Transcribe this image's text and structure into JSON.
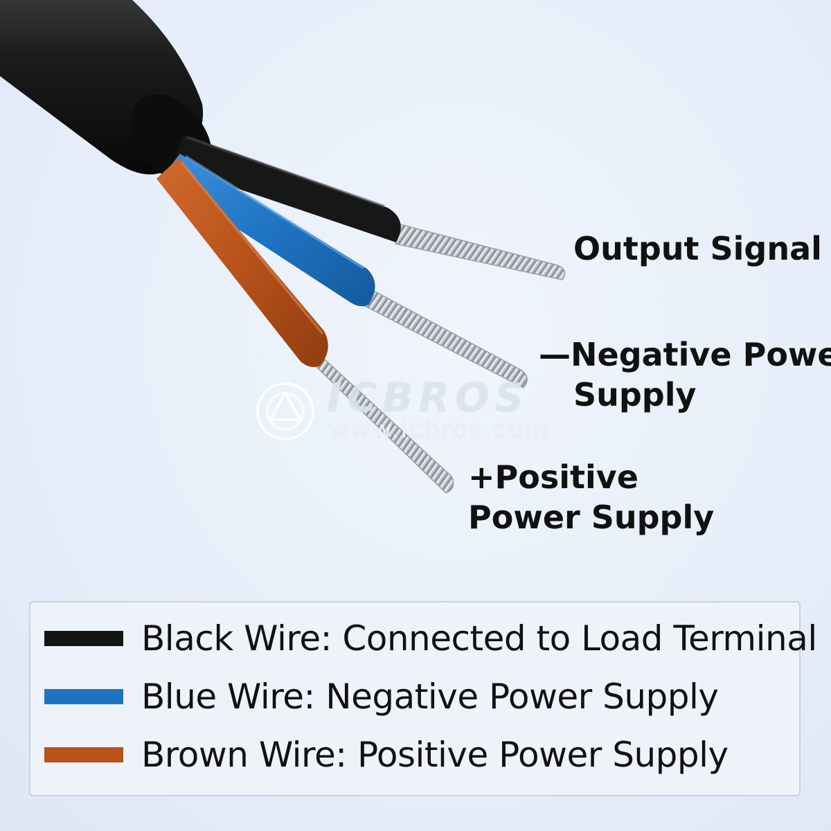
{
  "callouts": {
    "output_signal": "Output Signal",
    "negative_line1": "—Negative Power",
    "negative_line2": "Supply",
    "positive_line1": "+Positive",
    "positive_line2": "Power Supply"
  },
  "watermark": {
    "brand": "ICBROS",
    "url": "www.icbros.com"
  },
  "legend": {
    "items": [
      {
        "label": "Black Wire: Connected to Load Terminal",
        "color": "#141414"
      },
      {
        "label": "Blue Wire: Negative Power Supply",
        "color": "#1f74c2"
      },
      {
        "label": "Brown Wire: Positive Power Supply",
        "color": "#b8521a"
      }
    ]
  },
  "colors": {
    "cable_jacket": "#151515",
    "black_wire": "#141414",
    "blue_wire": "#1f74c2",
    "brown_wire": "#b8521a",
    "strand": "#c8ccd2"
  }
}
